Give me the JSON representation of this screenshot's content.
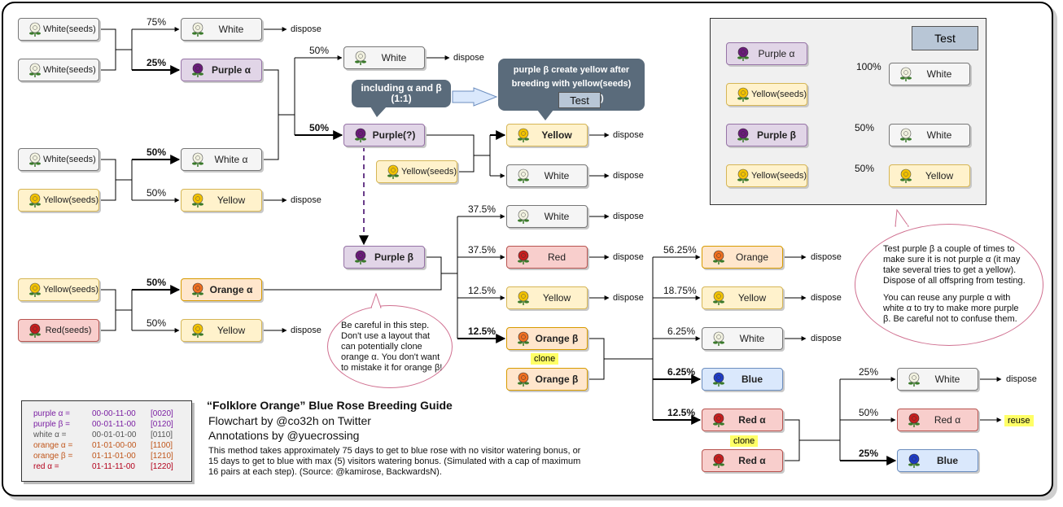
{
  "nodes": {
    "white_seeds_1": "White(seeds)",
    "white_seeds_2": "White(seeds)",
    "white_75": "White",
    "purple_alpha_1": "Purple α",
    "white_top": "White",
    "white_seeds_3": "White(seeds)",
    "yellow_seeds_1": "Yellow(seeds)",
    "white_alpha": "White α",
    "yellow_50": "Yellow",
    "purple_q": "Purple(?)",
    "yellow_seeds_mid": "Yellow(seeds)",
    "yellow_q": "Yellow",
    "white_q": "White",
    "purple_beta": "Purple β",
    "white_375": "White",
    "red_375": "Red",
    "yellow_125": "Yellow",
    "orange_beta_1": "Orange β",
    "orange_beta_2": "Orange β",
    "yellow_seeds_2": "Yellow(seeds)",
    "red_seeds": "Red(seeds)",
    "orange_alpha": "Orange α",
    "yellow_oa": "Yellow",
    "orange_5625": "Orange",
    "yellow_1875": "Yellow",
    "white_625": "White",
    "blue_625": "Blue",
    "red_alpha_1": "Red α",
    "red_alpha_2": "Red α",
    "white_25": "White",
    "red_alpha_50": "Red α",
    "blue_25": "Blue",
    "test_purple_alpha": "Purple α",
    "test_yellow_seeds_1": "Yellow(seeds)",
    "test_white_100": "White",
    "test_purple_beta": "Purple β",
    "test_yellow_seeds_2": "Yellow(seeds)",
    "test_white_50": "White",
    "test_yellow_50": "Yellow"
  },
  "percents": {
    "p75": "75%",
    "p25": "25%",
    "p50_top": "50%",
    "p50_purpleq": "50%",
    "p50_whitealpha": "50%",
    "p50_yellow": "50%",
    "p375_a": "37.5%",
    "p375_b": "37.5%",
    "p125_a": "12.5%",
    "p125_b": "12.5%",
    "p50_orange": "50%",
    "p50_yellow_oa": "50%",
    "p5625": "56.25%",
    "p1875": "18.75%",
    "p625_a": "6.25%",
    "p625_b": "6.25%",
    "p125_c": "12.5%",
    "p25_a": "25%",
    "p50_reda": "50%",
    "p25_b": "25%",
    "t100": "100%",
    "t50_a": "50%",
    "t50_b": "50%"
  },
  "dispose_label": "dispose",
  "reuse_label": "reuse",
  "clone_label": "clone",
  "callouts": {
    "alpha_beta": "including α and β (1:1)",
    "purple_beta_note_pre": "purple β create yellow after breeding with yellow(seeds) (see",
    "purple_beta_note_post": ")",
    "test_button": "Test",
    "careful": "Be careful in this step. Don't use a layout that can potentially clone orange α. You don't want to mistake it for orange β!",
    "test_note_1": "Test purple β a couple of times to make sure it is not purple α (it may take several tries to get a yellow). Dispose of all offspring from testing.",
    "test_note_2": "You can reuse any purple α with white α to try to make more purple β. Be careful not to confuse them."
  },
  "test_panel_title": "Test",
  "legend": [
    {
      "key": "purple α =",
      "code": "00-00-11-00",
      "gene": "[0020]",
      "color": "#7a1fa2"
    },
    {
      "key": "purple β =",
      "code": "00-01-11-00",
      "gene": "[0120]",
      "color": "#7a1fa2"
    },
    {
      "key": "white α =",
      "code": "00-01-01-00",
      "gene": "[0110]",
      "color": "#555555"
    },
    {
      "key": "orange α =",
      "code": "01-01-00-00",
      "gene": "[1100]",
      "color": "#c0561b"
    },
    {
      "key": "orange β =",
      "code": "01-11-01-00",
      "gene": "[1210]",
      "color": "#c0561b"
    },
    {
      "key": "red α =",
      "code": "01-11-11-00",
      "gene": "[1220]",
      "color": "#b3001b"
    }
  ],
  "title": "“Folklore Orange” Blue Rose Breeding Guide",
  "credit1": "Flowchart by @co32h on Twitter",
  "credit2": "Annotations by @yuecrossing",
  "description": "This method takes approximately 75 days to get to blue rose with no visitor watering bonus, or 15 days to get to blue with max (5) visitors watering bonus. (Simulated with a cap of maximum 16 pairs at each step). (Source: @kamirose, BackwardsN).",
  "colors": {
    "white_rose": "#f2f2e0",
    "purple_rose": "#6a1b7a",
    "yellow_rose": "#f2c200",
    "orange_rose": "#f07020",
    "red_rose": "#c81e1e",
    "blue_rose": "#1e3cc8",
    "leaf": "#3a7a2a"
  }
}
